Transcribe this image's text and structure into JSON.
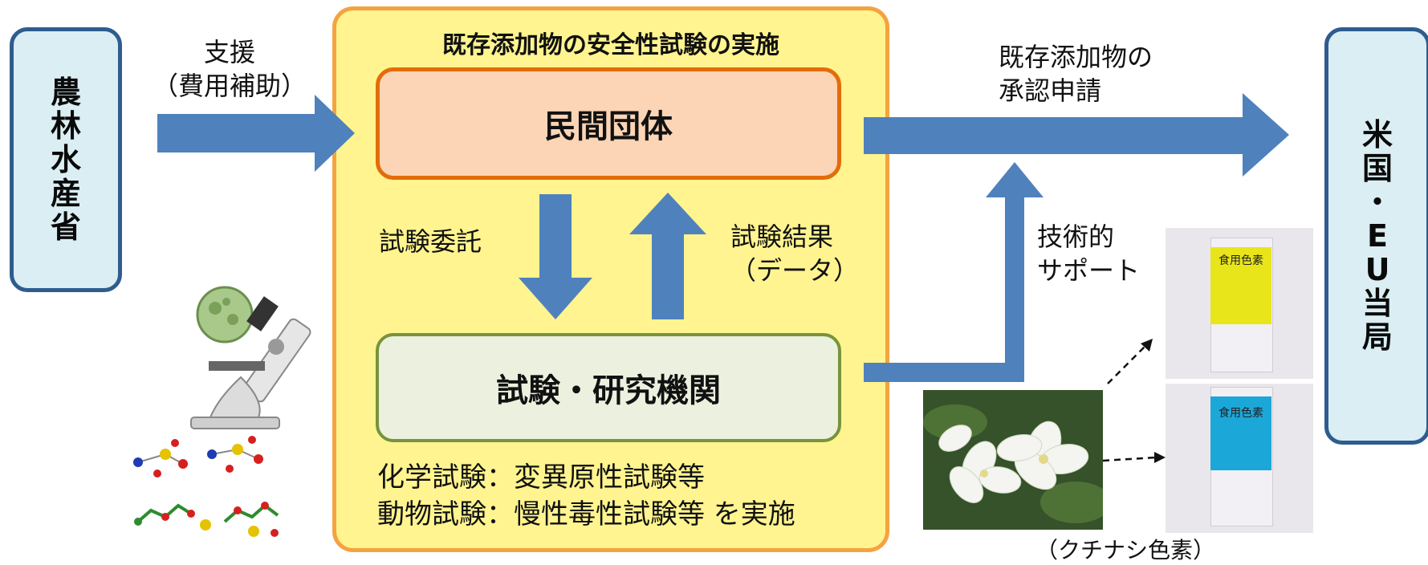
{
  "left_authority": {
    "label": [
      "農",
      "林",
      "水",
      "産",
      "省"
    ]
  },
  "right_authority": {
    "label": [
      "米",
      "国",
      "・",
      "E",
      "U",
      "当",
      "局"
    ]
  },
  "support": {
    "line1": "支援",
    "line2": "（費用補助）"
  },
  "main_box": {
    "title": "既存添加物の安全性試験の実施",
    "org_label": "民間団体",
    "lab_label": "試験・研究機関",
    "commission_label": "試験委託",
    "result_line1": "試験結果",
    "result_line2": "（データ）",
    "tests_line1": "化学試験：変異原性試験等",
    "tests_line2": "動物試験：慢性毒性試験等 を実施"
  },
  "application": {
    "line1": "既存添加物の",
    "line2": "承認申請"
  },
  "tech_support": {
    "line1": "技術的",
    "line2": "サポート"
  },
  "product": {
    "box_label_top": "食用色素",
    "box_label_bottom": "食用色素",
    "caption": "（クチナシ色素）"
  },
  "colors": {
    "arrow": "#4f81bd",
    "main_fill": "#fff48f",
    "main_border": "#f4a340",
    "org_fill": "#fbd5b5",
    "org_border": "#e36c0a",
    "lab_fill": "#ebf1de",
    "lab_border": "#77933c",
    "authority_fill": "#daeef3",
    "authority_border": "#2f5c8f",
    "yellow_pigment": "#e8e51a",
    "blue_pigment": "#1ca7d9"
  }
}
